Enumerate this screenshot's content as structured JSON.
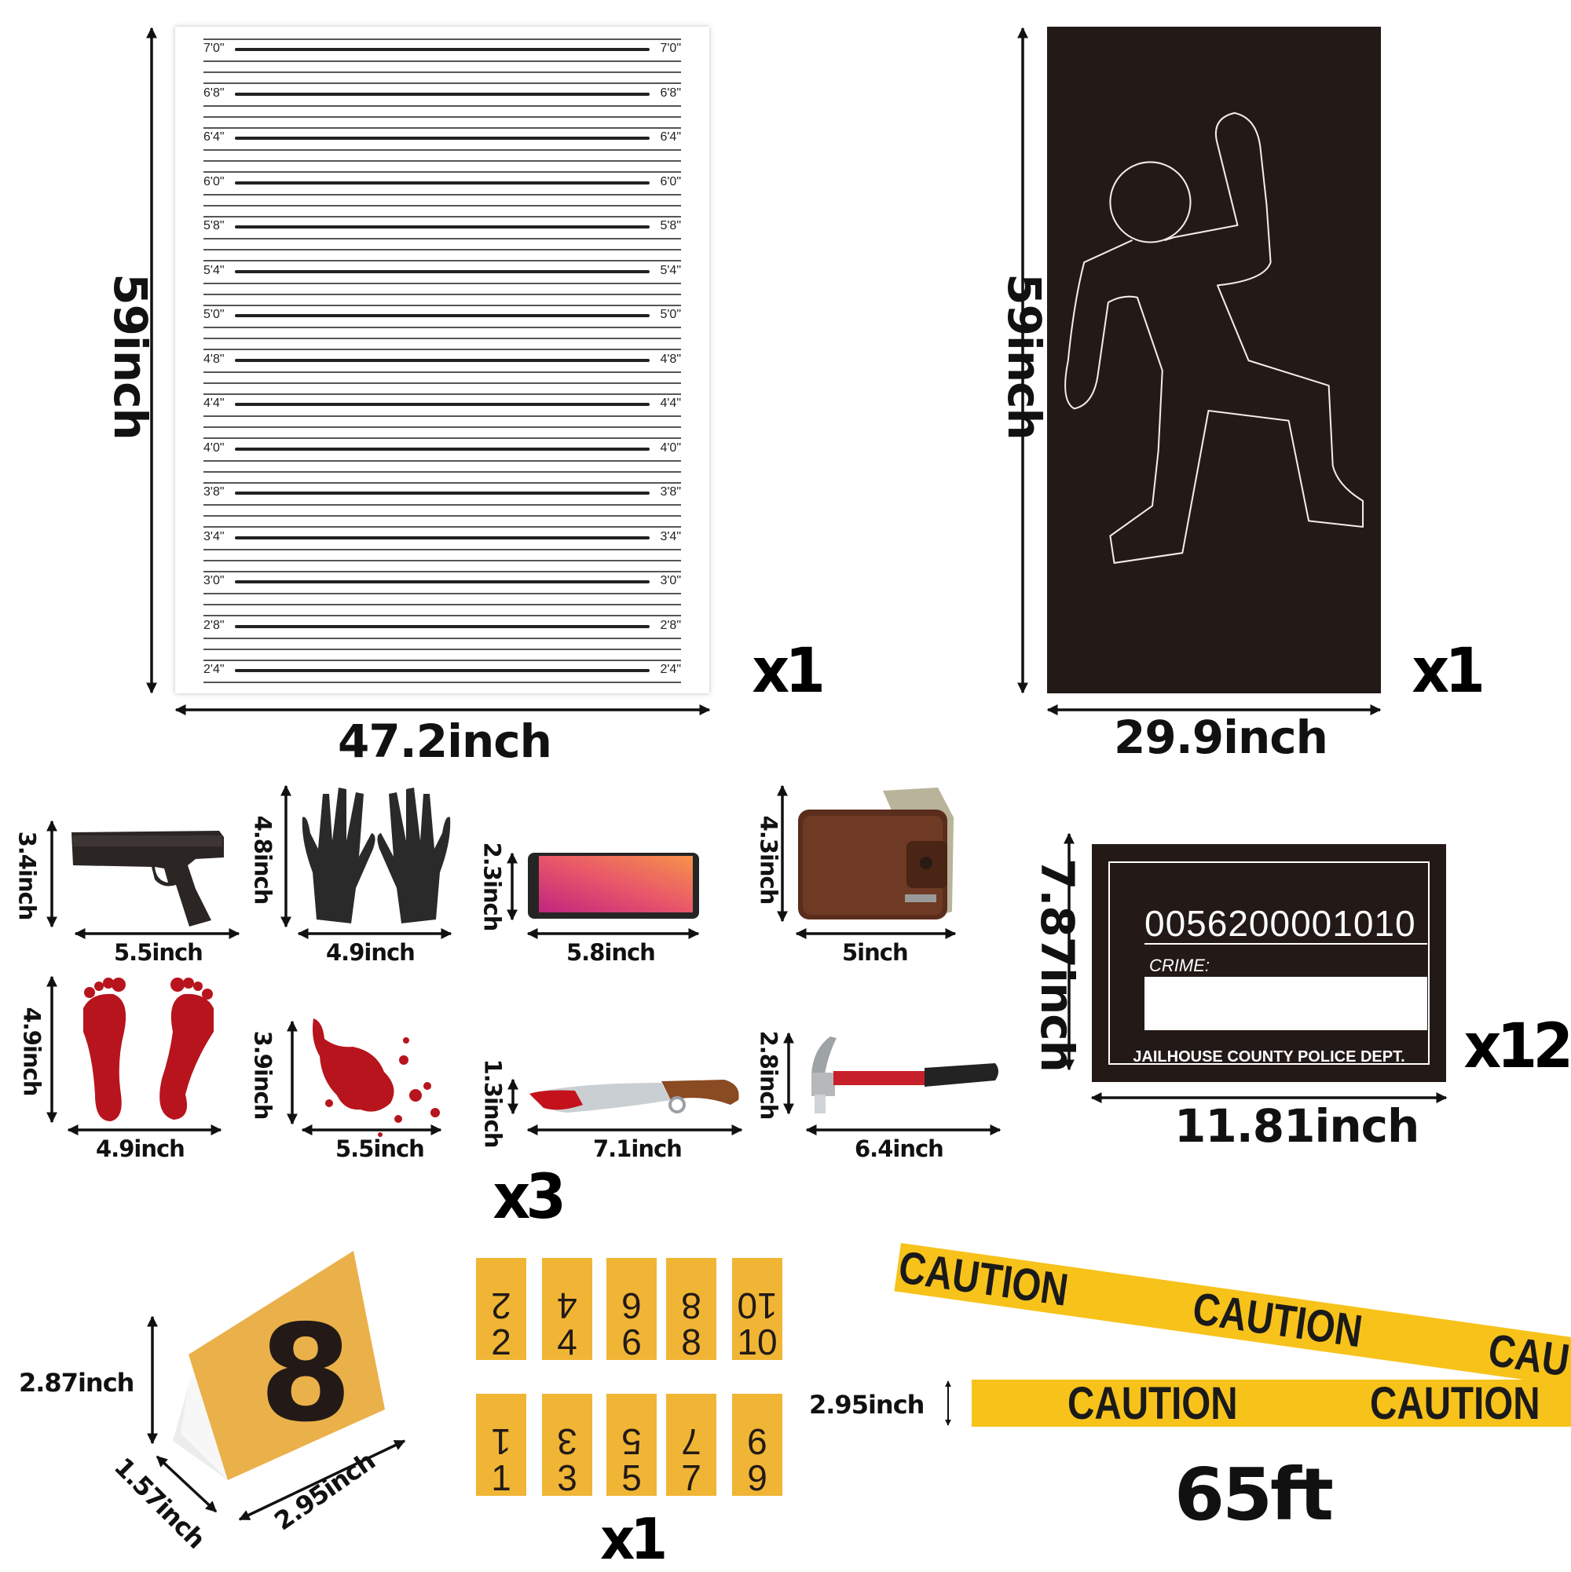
{
  "height_chart": {
    "marks": [
      "7'0\"",
      "6'8\"",
      "6'4\"",
      "6'0\"",
      "5'8\"",
      "5'4\"",
      "5'0\"",
      "4'8\"",
      "4'4\"",
      "4'0\"",
      "3'8\"",
      "3'4\"",
      "3'0\"",
      "2'8\"",
      "2'4\""
    ],
    "height_label": "59inch",
    "width_label": "47.2inch",
    "count": "x1"
  },
  "body_outline_panel": {
    "height_label": "59inch",
    "width_label": "29.9inch",
    "count": "x1"
  },
  "props": {
    "items": [
      {
        "name": "gun",
        "height": "3.4inch",
        "width": "5.5inch"
      },
      {
        "name": "gloves",
        "height": "4.8inch",
        "width": "4.9inch"
      },
      {
        "name": "phone",
        "height": "2.3inch",
        "width": "5.8inch"
      },
      {
        "name": "wallet",
        "height": "4.3inch",
        "width": "5inch"
      },
      {
        "name": "footprints",
        "height": "4.9inch",
        "width": "4.9inch"
      },
      {
        "name": "blood-splatter",
        "height": "3.9inch",
        "width": "5.5inch"
      },
      {
        "name": "knife",
        "height": "1.3inch",
        "width": "7.1inch"
      },
      {
        "name": "hammer",
        "height": "2.8inch",
        "width": "6.4inch"
      }
    ],
    "count": "x3"
  },
  "name_card": {
    "number": "0056200001010",
    "crime_label": "CRIME:",
    "department": "JAILHOUSE COUNTY POLICE DEPT.",
    "height_label": "7.87inch",
    "width_label": "11.81inch",
    "count": "x12"
  },
  "evidence_tent": {
    "number": "8",
    "height_label": "2.87inch",
    "depth_label": "1.57inch",
    "width_label": "2.95inch"
  },
  "number_cards": {
    "top_row": [
      "2",
      "4",
      "6",
      "8",
      "10"
    ],
    "bottom_row": [
      "1",
      "3",
      "5",
      "7",
      "9"
    ],
    "count": "x1"
  },
  "caution_tape": {
    "text": "CAUTION",
    "height_label": "2.95inch",
    "length_label": "65ft"
  },
  "colors": {
    "chalk_panel": "#231a17",
    "tape_yellow": "#f7c21a",
    "tent_orange": "#eab04a",
    "blood_red": "#b8141d"
  }
}
